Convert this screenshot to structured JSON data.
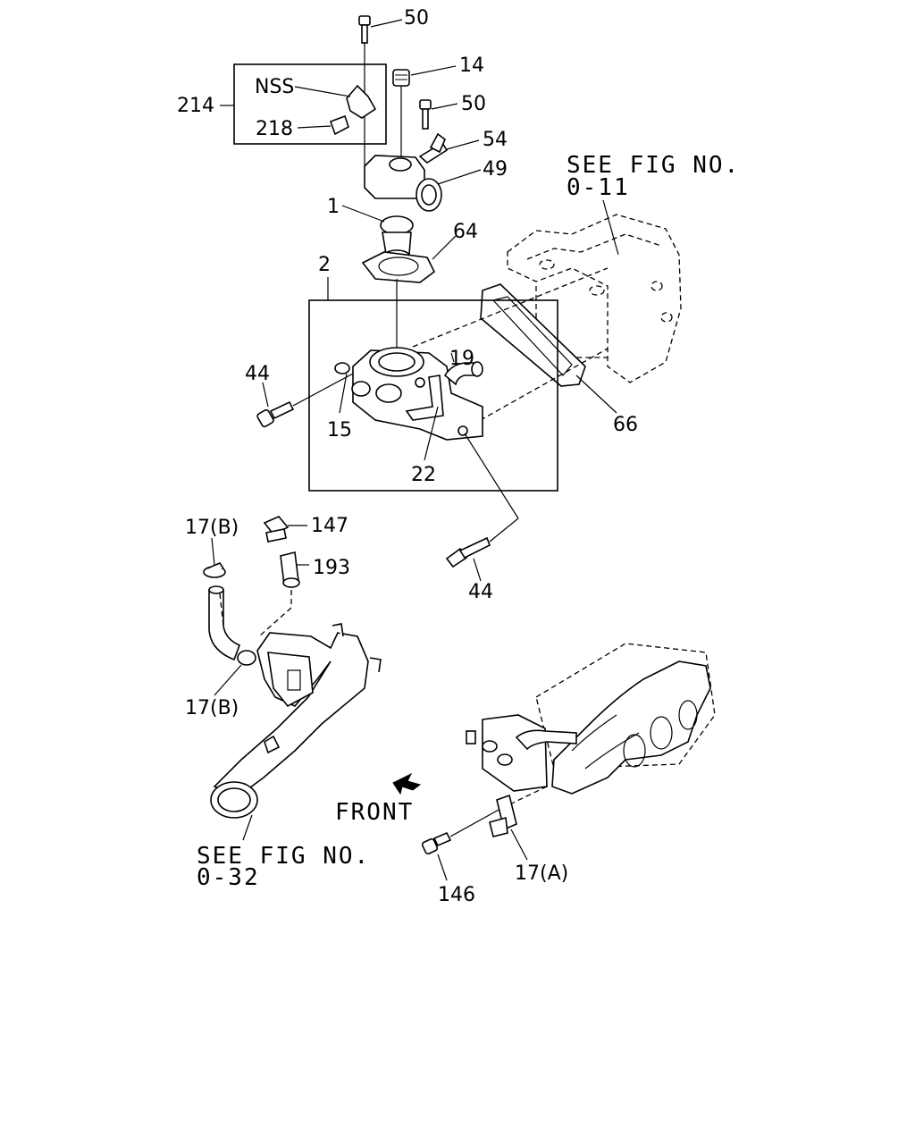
{
  "callouts": {
    "c50a": "50",
    "c14": "14",
    "cNSS": "NSS",
    "c214": "214",
    "c50b": "50",
    "c218": "218",
    "c54": "54",
    "c49": "49",
    "c1": "1",
    "c64": "64",
    "c2": "2",
    "c19": "19",
    "c44a": "44",
    "c15": "15",
    "c22": "22",
    "c66": "66",
    "c44b": "44",
    "c17B_top": "17(B)",
    "c147": "147",
    "c193": "193",
    "c17B_bot": "17(B)",
    "c146": "146",
    "c17A": "17(A)"
  },
  "refs": {
    "fig011_line1": "SEE FIG NO.",
    "fig011_line2": "0-11",
    "fig032_line1": "SEE FIG NO.",
    "fig032_line2": "0-32",
    "front": "FRONT"
  }
}
